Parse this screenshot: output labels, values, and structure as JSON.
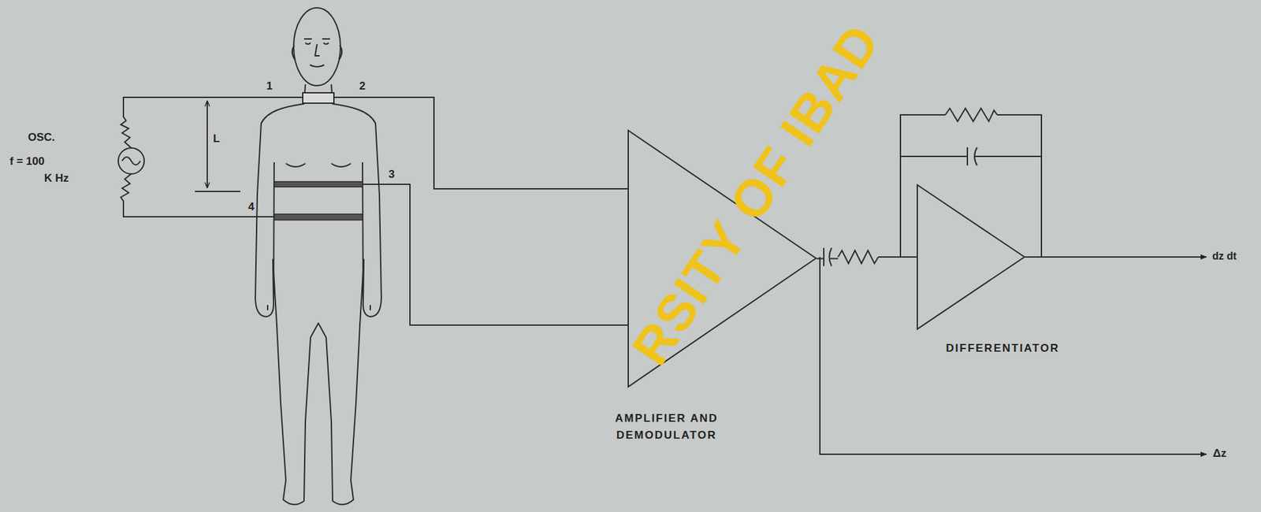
{
  "diagram": {
    "nodes": [
      {
        "text": [
          "AMPLIFIER AND DEMODULATOR"
        ]
      },
      {
        "text": [
          "DIFFERENTIATOR"
        ]
      }
    ],
    "edges": [
      {
        "from": 0,
        "to": 1,
        "arrow": "none"
      }
    ],
    "labels": [
      "OSC.",
      "f = 100",
      "K Hz",
      "1",
      "2",
      "3",
      "4",
      "L",
      "dz dt",
      "Δz",
      "RSITY OF IBAD"
    ]
  }
}
